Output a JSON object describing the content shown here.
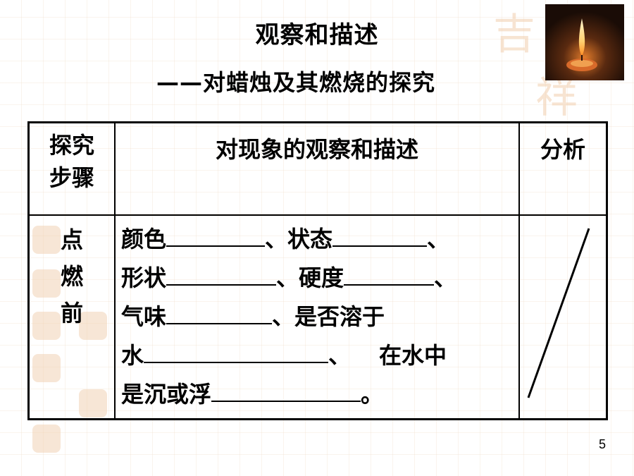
{
  "slide": {
    "title": "观察和描述",
    "subtitle": "——对蜡烛及其燃烧的探究",
    "page_number": "5"
  },
  "table": {
    "headers": [
      "探究步骤",
      "对现象的观察和描述",
      "分析"
    ],
    "header_step_line1": "探究",
    "header_step_line2": "步骤",
    "step_label": [
      "点",
      "燃",
      "前"
    ],
    "desc": {
      "l1a": "颜色",
      "l1b": "、状态",
      "l1c": "、",
      "l2a": "形状",
      "l2b": "、硬度",
      "l2c": "、",
      "l3a": "气味",
      "l3b": "、是否溶于",
      "l4a": "水",
      "l4b": "、",
      "l4c": "在水中",
      "l5a": "是沉或浮",
      "l5b": "。"
    }
  },
  "colors": {
    "watermark": "#f1cfae",
    "border": "#000000"
  }
}
